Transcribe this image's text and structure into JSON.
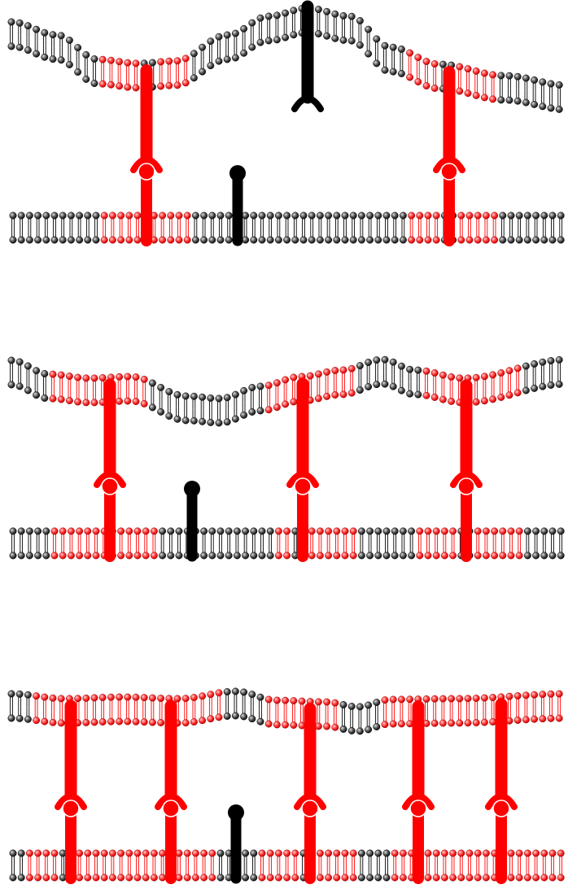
{
  "colors": {
    "background": "#ffffff",
    "lipid_normal": "#000000",
    "lipid_raft": "#ff0000",
    "receptor_active": "#ff0000",
    "receptor_inactive": "#000000"
  },
  "icons": {
    "lipid": "phospholipid-icon",
    "receptor": "receptor-icon",
    "ligand": "ligand-icon"
  },
  "panels": [
    {
      "name": "panel-1",
      "bound_pairs": 2,
      "unbound_receptors_top": 1,
      "unbound_ligands_bottom": 1
    },
    {
      "name": "panel-2",
      "bound_pairs": 3,
      "unbound_receptors_top": 0,
      "unbound_ligands_bottom": 1
    },
    {
      "name": "panel-3",
      "bound_pairs": 5,
      "unbound_receptors_top": 0,
      "unbound_ligands_bottom": 1
    }
  ]
}
